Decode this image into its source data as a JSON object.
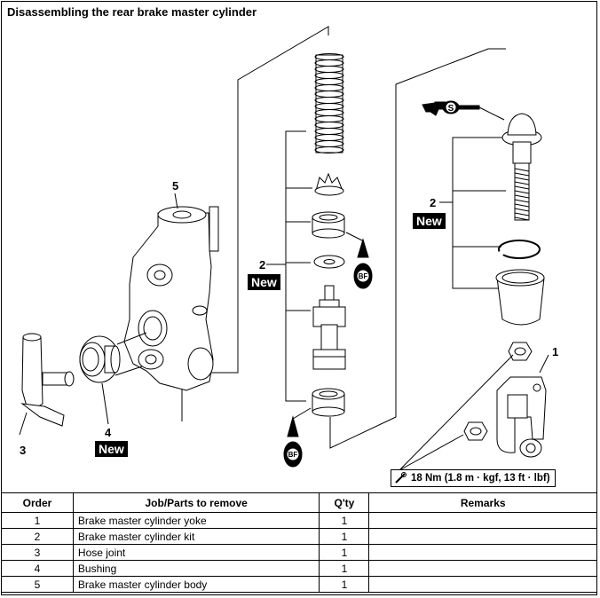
{
  "title": "Disassembling the rear brake master cylinder",
  "labels": {
    "one": "1",
    "two_left": "2",
    "two_right": "2",
    "three": "3",
    "four": "4",
    "five": "5",
    "new": "New",
    "bf": "BF",
    "s": "S"
  },
  "torque": "18 Nm (1.8 m · kgf, 13 ft · lbf)",
  "table": {
    "headers": [
      "Order",
      "Job/Parts to remove",
      "Q'ty",
      "Remarks"
    ],
    "rows": [
      {
        "order": "1",
        "part": "Brake master cylinder yoke",
        "qty": "1",
        "remarks": ""
      },
      {
        "order": "2",
        "part": "Brake master cylinder kit",
        "qty": "1",
        "remarks": ""
      },
      {
        "order": "3",
        "part": "Hose joint",
        "qty": "1",
        "remarks": ""
      },
      {
        "order": "4",
        "part": "Bushing",
        "qty": "1",
        "remarks": ""
      },
      {
        "order": "5",
        "part": "Brake master cylinder body",
        "qty": "1",
        "remarks": ""
      }
    ]
  }
}
